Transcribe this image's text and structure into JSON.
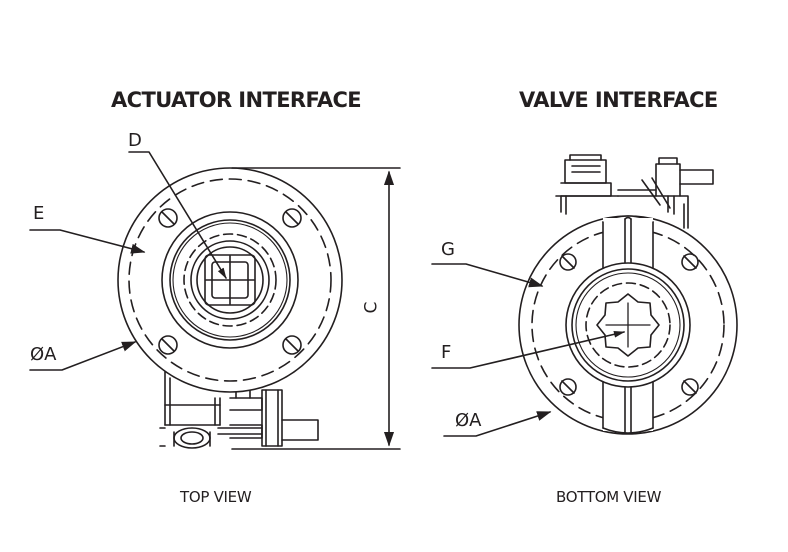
{
  "left_view": {
    "heading": "ACTUATOR INTERFACE",
    "caption": "TOP VIEW",
    "callouts": {
      "d": "D",
      "e": "E",
      "a": "ØA",
      "c": "C"
    }
  },
  "right_view": {
    "heading": "VALVE INTERFACE",
    "caption": "BOTTOM VIEW",
    "callouts": {
      "g": "G",
      "f": "F",
      "a": "ØA"
    }
  },
  "colors": {
    "line": "#231f20",
    "background": "#ffffff"
  }
}
